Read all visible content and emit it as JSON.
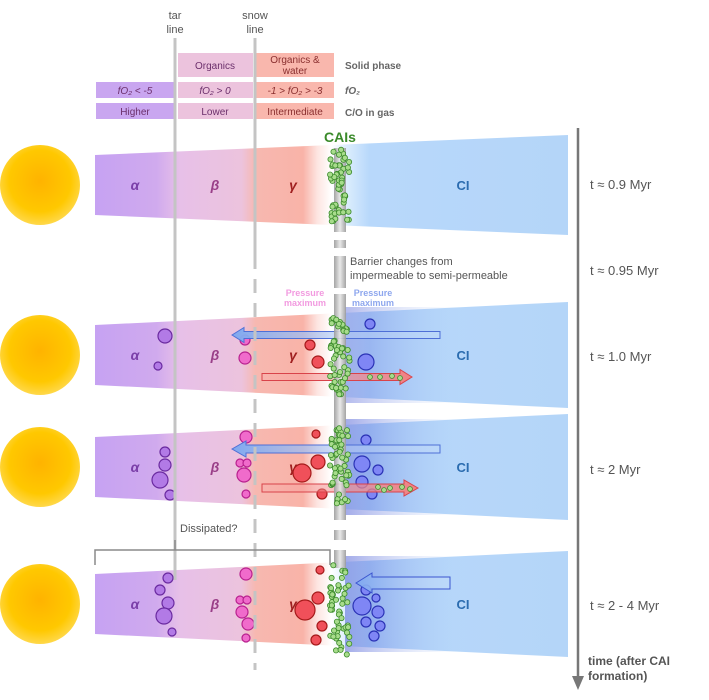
{
  "lines": {
    "tar": "tar\nline",
    "tar_l1": "tar",
    "tar_l2": "line",
    "snow_l1": "snow",
    "snow_l2": "line"
  },
  "header": {
    "organics": "Organics",
    "organics_water_l1": "Organics &",
    "organics_water_l2": "water",
    "solid_phase": "Solid phase",
    "fo2_lt": "fO₂ < -5",
    "fo2_gt": "fO₂ > 0",
    "fo2_mid": "-1 > fO₂ > -3",
    "fo2_label": "fO₂",
    "higher": "Higher",
    "lower": "Lower",
    "intermediate": "Intermediate",
    "co_gas": "C/O in gas"
  },
  "cais": "CAIs",
  "zones": {
    "alpha": "α",
    "beta": "β",
    "gamma": "γ",
    "ci": "CI"
  },
  "barrier_note_l1": "Barrier changes from",
  "barrier_note_l2": "impermeable to semi-permeable",
  "pressure_left_l1": "Pressure",
  "pressure_left_l2": "maximum",
  "pressure_right_l1": "Pressure",
  "pressure_right_l2": "maximum",
  "dissipated": "Dissipated?",
  "times": [
    "t ≈ 0.9 Myr",
    "t ≈ 0.95 Myr",
    "t ≈ 1.0 Myr",
    "t ≈ 2 Myr",
    "t ≈ 2 - 4 Myr"
  ],
  "time_axis_l1": "time (after CAI",
  "time_axis_l2": "formation)",
  "colors": {
    "alpha": "#c9a6f0",
    "beta": "#e8bde0",
    "gamma": "#f8b4aa",
    "ci": "#b4d7f8",
    "sun": "#ffc400",
    "cai_green": "#3a8a2a"
  }
}
